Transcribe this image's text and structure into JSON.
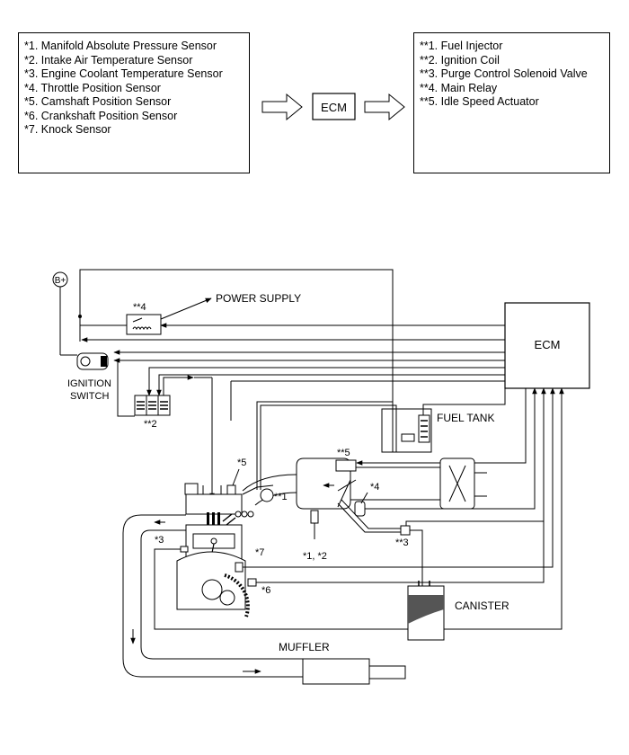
{
  "inputs": [
    "*1. Manifold Absolute Pressure Sensor",
    "*2. Intake Air Temperature Sensor",
    "*3. Engine Coolant Temperature Sensor",
    "*4. Throttle Position Sensor",
    "*5. Camshaft Position Sensor",
    "*6. Crankshaft Position Sensor",
    "*7. Knock Sensor"
  ],
  "outputs": [
    "**1. Fuel Injector",
    "**2. Ignition Coil",
    "**3. Purge Control Solenoid Valve",
    "**4. Main Relay",
    "**5. Idle Speed Actuator"
  ],
  "ecm_small_label": "ECM",
  "ecm_label": "ECM",
  "battery_label": "B+",
  "relay_tag": "**4",
  "power_supply_label": "POWER SUPPLY",
  "ignition_switch_label": [
    "IGNITION",
    "SWITCH"
  ],
  "coil_tag": "**2",
  "fuel_tank_label": "FUEL TANK",
  "isc_tag": "**5",
  "cam_tag": "*5",
  "tps_tag": "*4",
  "injector_tag": "**1",
  "map_iat_tag": "*1, *2",
  "purge_tag": "**3",
  "ect_tag": "*3",
  "knock_tag": "*7",
  "crank_tag": "*6",
  "canister_label": "CANISTER",
  "muffler_label": "MUFFLER"
}
